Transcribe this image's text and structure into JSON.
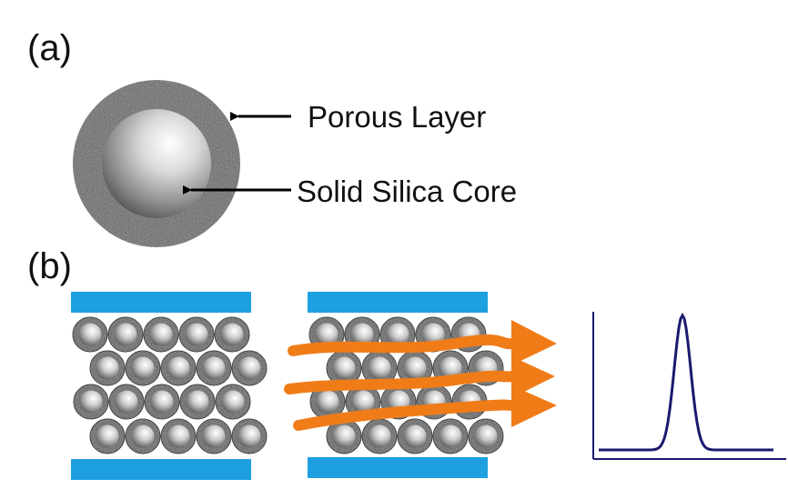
{
  "panel_a": {
    "label": "(a)",
    "callouts": [
      {
        "text": "Porous Layer"
      },
      {
        "text": "Solid Silica Core"
      }
    ]
  },
  "panel_b": {
    "label": "(b)",
    "flow_arrow_count": 3
  },
  "colors": {
    "plate": "#1e9fe0",
    "flow_arrow": "#f07c18",
    "peak_line": "#1a1a6e",
    "text": "#111111"
  }
}
